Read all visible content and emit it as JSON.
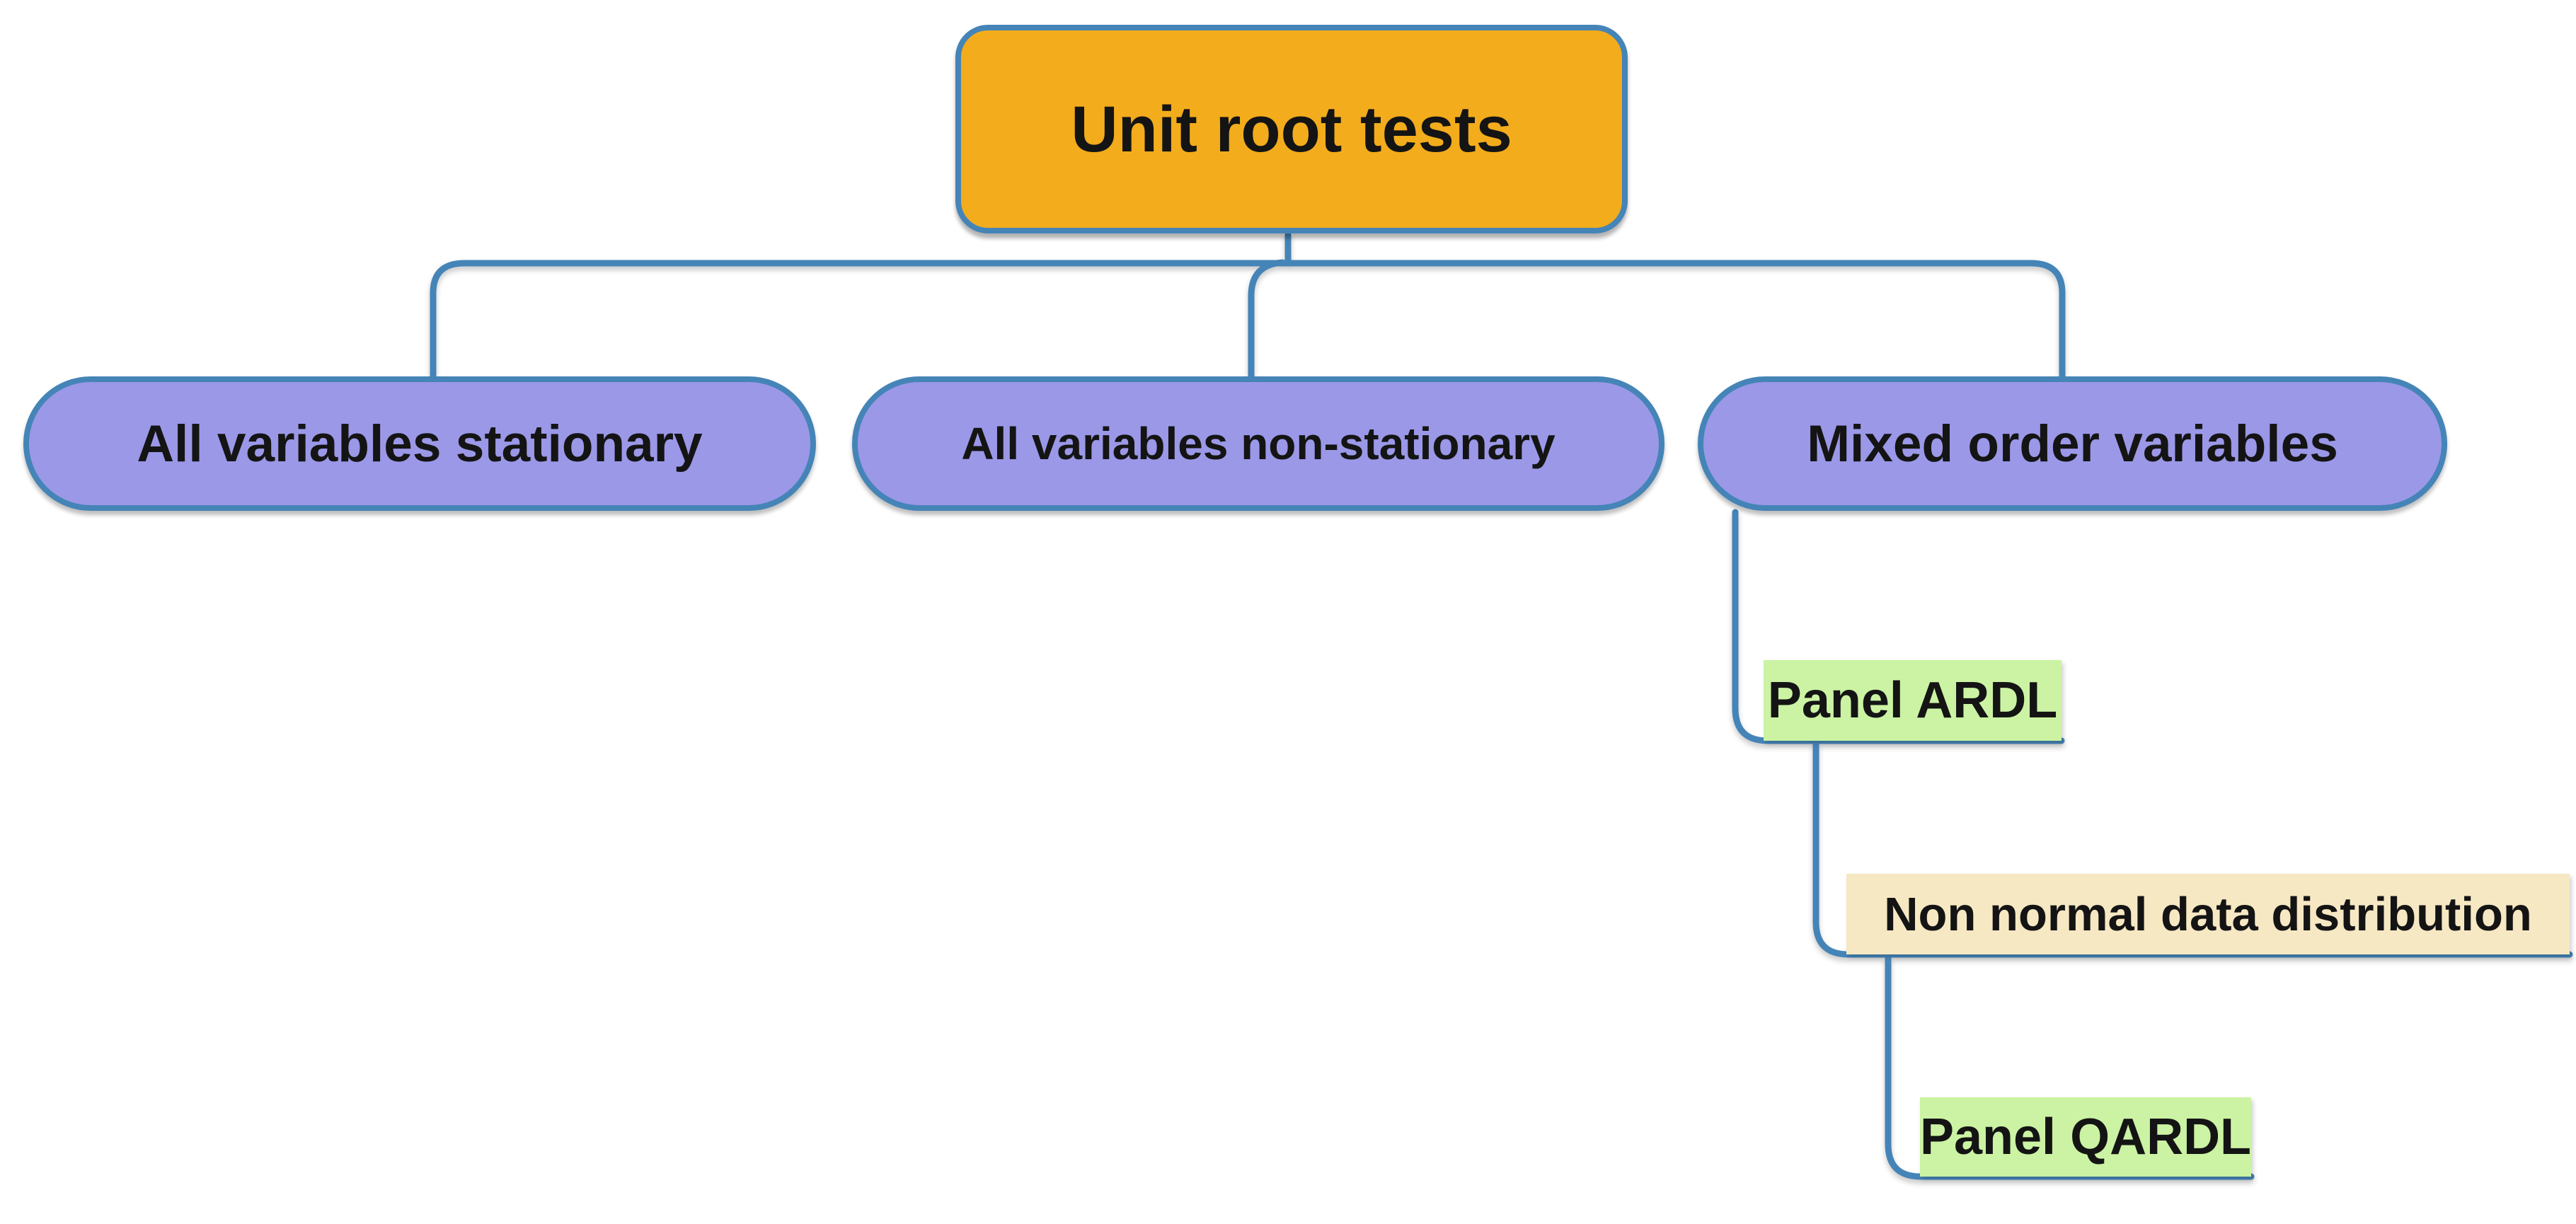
{
  "diagram": {
    "title_node": {
      "label": "Unit root tests"
    },
    "branches": [
      {
        "label": "All variables stationary"
      },
      {
        "label": "All variables non-stationary"
      },
      {
        "label": "Mixed order variables"
      }
    ],
    "mixed_order_chain": [
      {
        "label": "Panel ARDL"
      },
      {
        "label": "Non normal data distribution"
      },
      {
        "label": "Panel QARDL"
      }
    ]
  },
  "colors": {
    "root_fill": "#F3AC1C",
    "branch_fill": "#9B98E8",
    "leaf_green_fill": "#CBF3A3",
    "leaf_tan_fill": "#F6E8C3",
    "connector_line": "#4584B7",
    "text": "#141414"
  }
}
